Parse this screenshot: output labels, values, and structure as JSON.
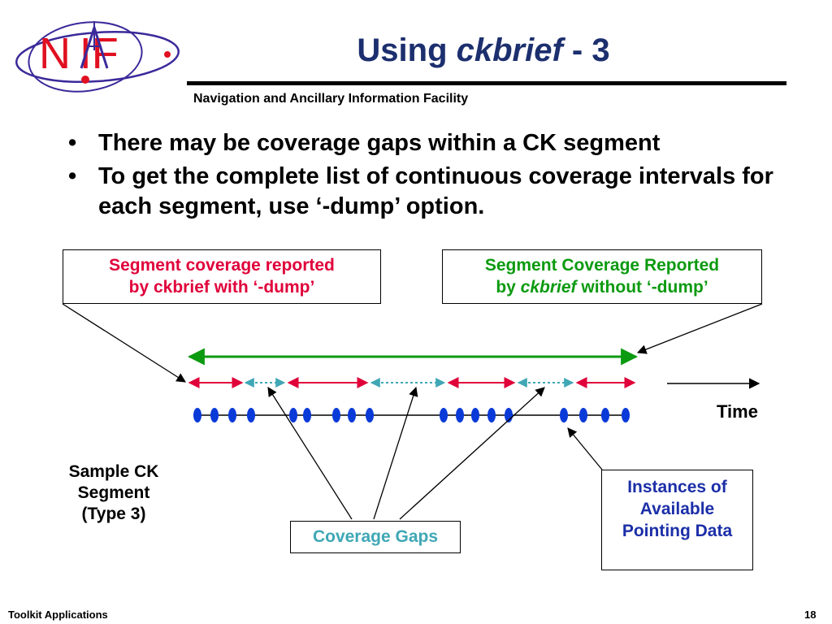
{
  "logo": {
    "text": "N IF",
    "color": "#e01020",
    "orbit_color": "#3a2a9a"
  },
  "header": {
    "title_prefix": "Using ",
    "title_italic": "ckbrief",
    "title_suffix": " - 3",
    "subtitle": "Navigation and Ancillary Information Facility"
  },
  "bullets": [
    {
      "marker": "•",
      "text": "There may be coverage gaps within a CK segment"
    },
    {
      "marker": "•",
      "text": "To get the complete list of continuous coverage intervals for each segment, use ‘-dump’ option."
    }
  ],
  "callouts": {
    "dump": {
      "line1": "Segment coverage reported",
      "line2": "by ckbrief with ‘-dump’"
    },
    "nodump": {
      "line1": "Segment Coverage Reported",
      "line2_pre": "by ",
      "line2_italic": "ckbrief",
      "line2_post": " without ‘-dump’"
    },
    "gaps": "Coverage Gaps",
    "instances": {
      "line1": "Instances of",
      "line2": "Available",
      "line3": "Pointing Data"
    }
  },
  "sample_label": {
    "line1": "Sample CK",
    "line2": "Segment",
    "line3": "(Type 3)"
  },
  "time_label": "Time",
  "footer": {
    "left": "Toolkit Applications",
    "right": "18"
  },
  "colors": {
    "title": "#1c2f6e",
    "dump": "#e0003a",
    "nodump": "#0c9a10",
    "gap": "#3fa7b5",
    "dots": "#0a3ad8",
    "instances": "#1c2fa8"
  }
}
